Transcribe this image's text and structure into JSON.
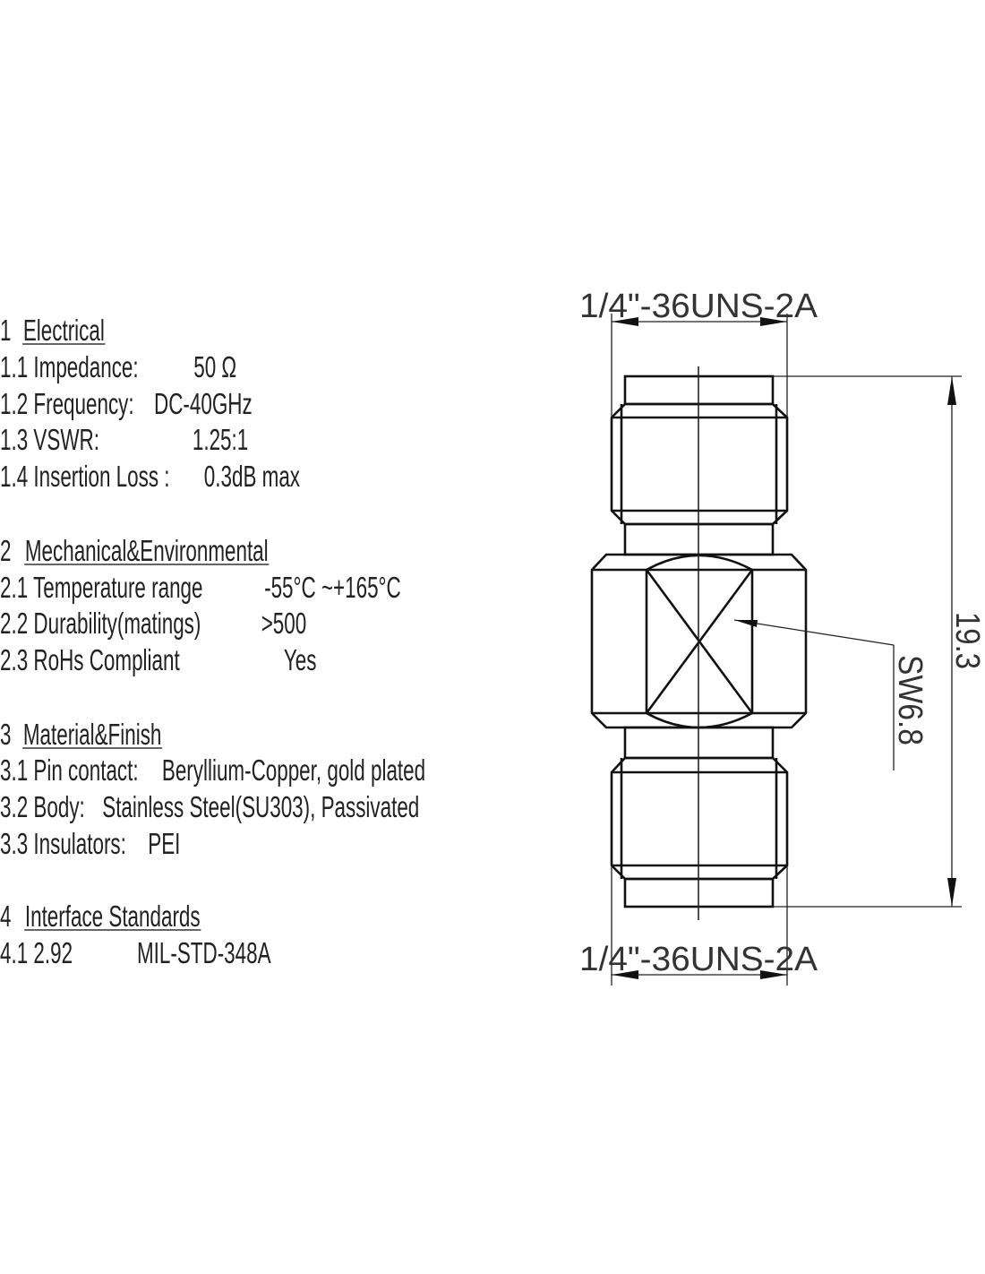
{
  "specs": {
    "s1": {
      "num": "1",
      "title": "Electrical",
      "items": [
        {
          "label": "1.1 Impedance:",
          "value": "50 Ω"
        },
        {
          "label": "1.2 Frequency:",
          "value": "DC-40GHz"
        },
        {
          "label": "1.3 VSWR:",
          "value": "1.25:1"
        },
        {
          "label": "1.4 Insertion  Loss :",
          "value": "0.3dB max"
        }
      ]
    },
    "s2": {
      "num": "2",
      "title": "Mechanical&Environmental",
      "items": [
        {
          "label": "2.1 Temperature range",
          "value": "-55°C ~+165°C"
        },
        {
          "label": "2.2 Durability(matings)",
          "value": ">500"
        },
        {
          "label": "2.3 RoHs Compliant",
          "value": "Yes"
        }
      ]
    },
    "s3": {
      "num": "3",
      "title": "Material&Finish",
      "items": [
        {
          "label": "3.1 Pin contact:",
          "value": "Beryllium-Copper, gold plated"
        },
        {
          "label": "3.2 Body:",
          "value": "Stainless Steel(SU303), Passivated"
        },
        {
          "label": "3.3 Insulators:",
          "value": "PEI"
        }
      ]
    },
    "s4": {
      "num": "4",
      "title": "Interface Standards",
      "items": [
        {
          "label": "4.1 2.92",
          "value": "MIL-STD-348A"
        }
      ]
    }
  },
  "drawing": {
    "thread_top": "1/4\"-36UNS-2A",
    "thread_bottom": "1/4\"-36UNS-2A",
    "overall_length": "19.3",
    "hex_size": "SW6.8"
  }
}
